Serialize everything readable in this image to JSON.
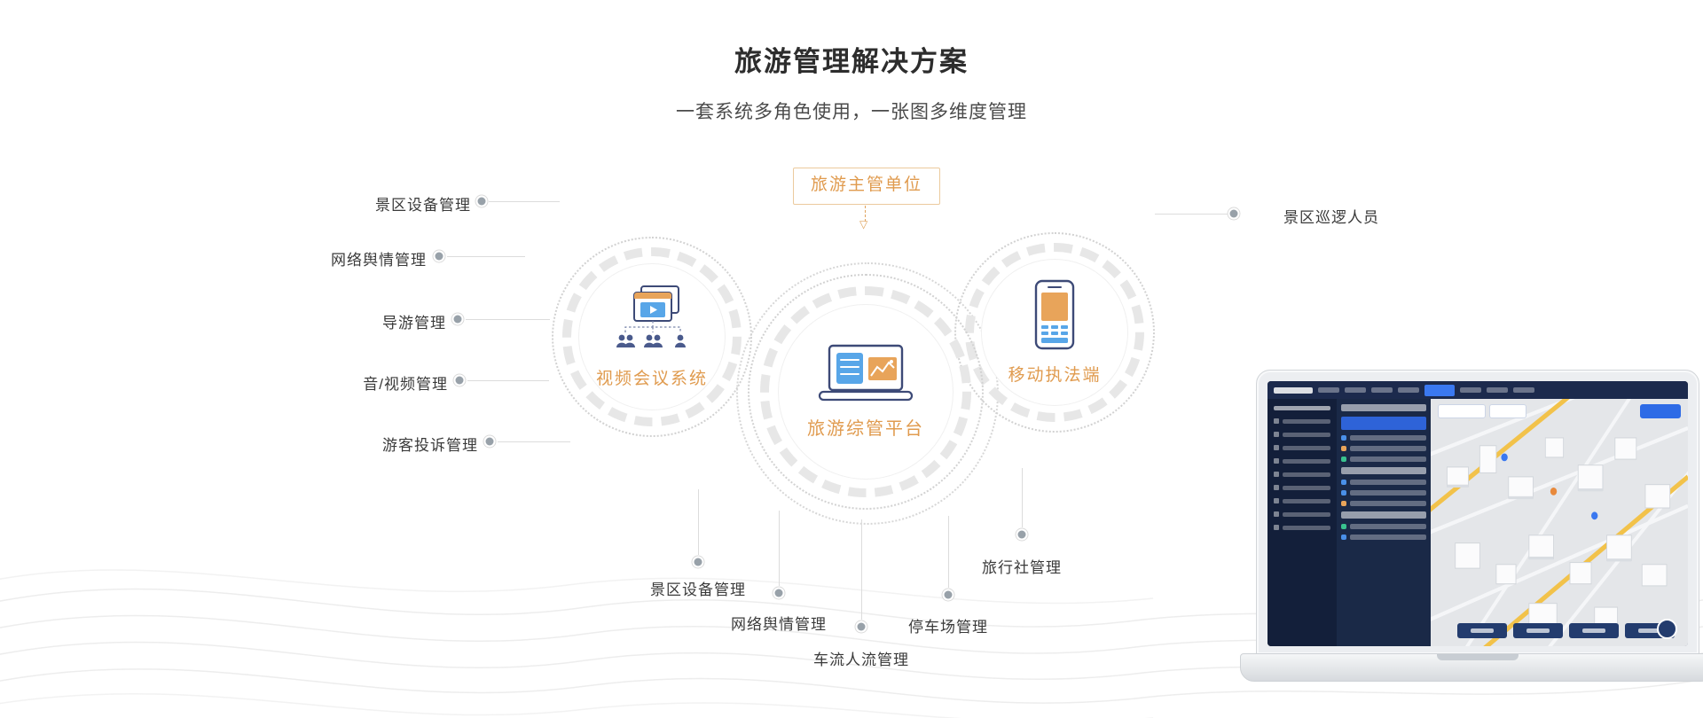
{
  "page": {
    "title": "旅游管理解决方案",
    "subtitle": "一套系统多角色使用，一张图多维度管理"
  },
  "diagram": {
    "authority_box": {
      "label": "旅游主管单位"
    },
    "nodes": {
      "video": {
        "label": "视频会议系统"
      },
      "platform": {
        "label": "旅游综管平台"
      },
      "mobile": {
        "label": "移动执法端"
      }
    },
    "left_labels": [
      {
        "label": "景区设备管理"
      },
      {
        "label": "网络舆情管理"
      },
      {
        "label": "导游管理"
      },
      {
        "label": "音/视频管理"
      },
      {
        "label": "游客投诉管理"
      }
    ],
    "right_labels": [
      {
        "label": "景区巡逻人员"
      }
    ],
    "bottom_labels": [
      {
        "label": "景区设备管理"
      },
      {
        "label": "网络舆情管理"
      },
      {
        "label": "车流人流管理"
      },
      {
        "label": "停车场管理"
      },
      {
        "label": "旅行社管理"
      }
    ]
  },
  "icons": {
    "arrow_down": "▽",
    "video_node": "video-conference-icon",
    "platform_node": "laptop-dashboard-icon",
    "mobile_node": "smartphone-icon"
  },
  "colors": {
    "accent_orange": "#E09B4F",
    "navy": "#3D4A77",
    "blue": "#58A6E8",
    "line_gray": "#DCDCDC",
    "highlight_blue": "#2E6BE6"
  }
}
